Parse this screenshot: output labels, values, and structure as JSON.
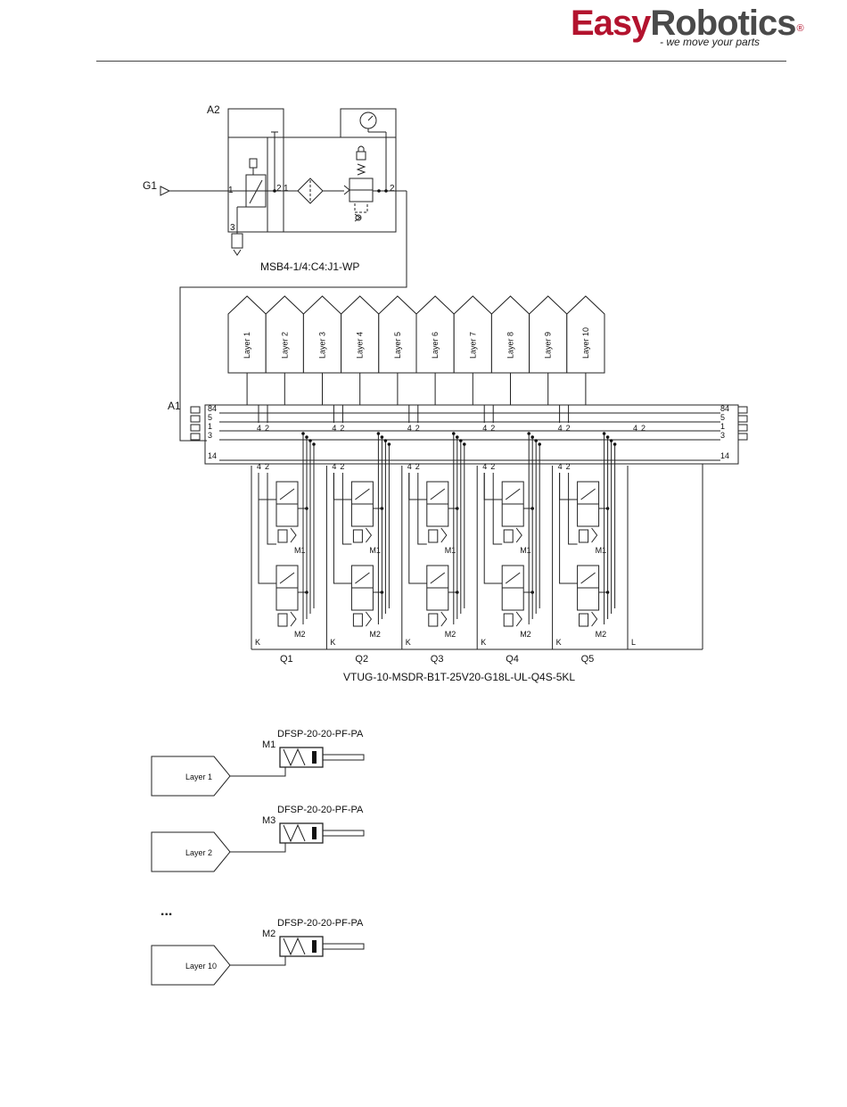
{
  "brand": {
    "logo_easy": "Easy",
    "logo_robotics": "Robotics",
    "logo_reg": "®",
    "tagline": "- we move your parts"
  },
  "service_unit": {
    "tag": "A2",
    "supply_tag": "G1",
    "model": "MSB4-1/4:C4:J1-WP",
    "port_labels": [
      "1",
      "2",
      "1",
      "2",
      "3"
    ]
  },
  "valve_terminal": {
    "tag": "A1",
    "model": "VTUG-10-MSDR-B1T-25V20-G18L-UL-Q4S-5KL",
    "layers": [
      "Layer 1",
      "Layer 2",
      "Layer 3",
      "Layer 4",
      "Layer 5",
      "Layer 6",
      "Layer 7",
      "Layer 8",
      "Layer 9",
      "Layer 10"
    ],
    "rail_labels": [
      "84",
      "5",
      "1",
      "3",
      "14"
    ],
    "port_pair": [
      "4",
      "2"
    ],
    "valve_tags": [
      "Q1",
      "Q2",
      "Q3",
      "Q4",
      "Q5"
    ],
    "coil_tags": [
      "M1",
      "M2"
    ],
    "block_labels": [
      "K",
      "K",
      "K",
      "K",
      "K",
      "L"
    ]
  },
  "cylinders": [
    {
      "tag": "M1",
      "model": "DFSP-20-20-PF-PA",
      "layer": "Layer 1"
    },
    {
      "tag": "M3",
      "model": "DFSP-20-20-PF-PA",
      "layer": "Layer 2"
    },
    {
      "tag": "M2",
      "model": "DFSP-20-20-PF-PA",
      "layer": "Layer 10"
    }
  ],
  "ellipsis": "..."
}
